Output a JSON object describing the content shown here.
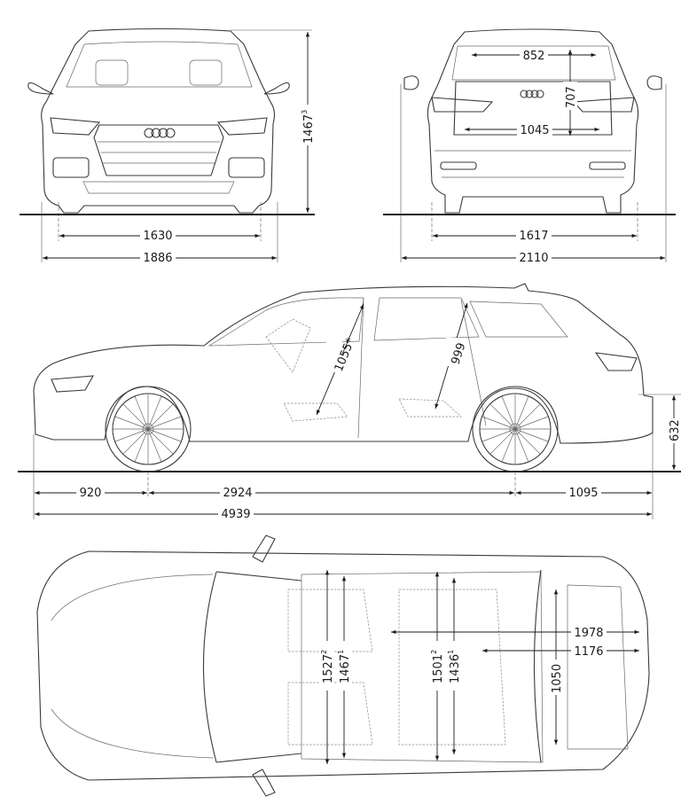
{
  "drawing": {
    "subject": "Station wagon dimension drawing",
    "units": "mm",
    "views": [
      "front",
      "rear",
      "side",
      "top"
    ]
  },
  "front_view": {
    "track_width": "1630",
    "overall_width_incl_mirrors": "1886",
    "height": "1467",
    "height_note": "3"
  },
  "rear_view": {
    "loading_width_top": "852",
    "loading_height": "707",
    "loading_width_bottom": "1045",
    "track_width": "1617",
    "overall_width_incl_mirrors": "2110"
  },
  "side_view": {
    "headroom_front": "1055*",
    "headroom_rear": "999",
    "front_overhang": "920",
    "wheelbase": "2924",
    "rear_overhang": "1095",
    "overall_length": "4939",
    "loading_sill_height": "632"
  },
  "top_view": {
    "shoulder_width_front": "1527",
    "shoulder_width_front_note": "2",
    "elbow_width_front": "1467",
    "elbow_width_front_note": "1",
    "shoulder_width_rear": "1501",
    "shoulder_width_rear_note": "2",
    "elbow_width_rear": "1436",
    "elbow_width_rear_note": "1",
    "load_length_seats_folded": "1978",
    "load_length": "1176",
    "width_between_wheel_arches": "1050"
  },
  "colors": {
    "line": "#3a3a3a",
    "dimension": "#1a1a1a",
    "background": "#ffffff"
  }
}
